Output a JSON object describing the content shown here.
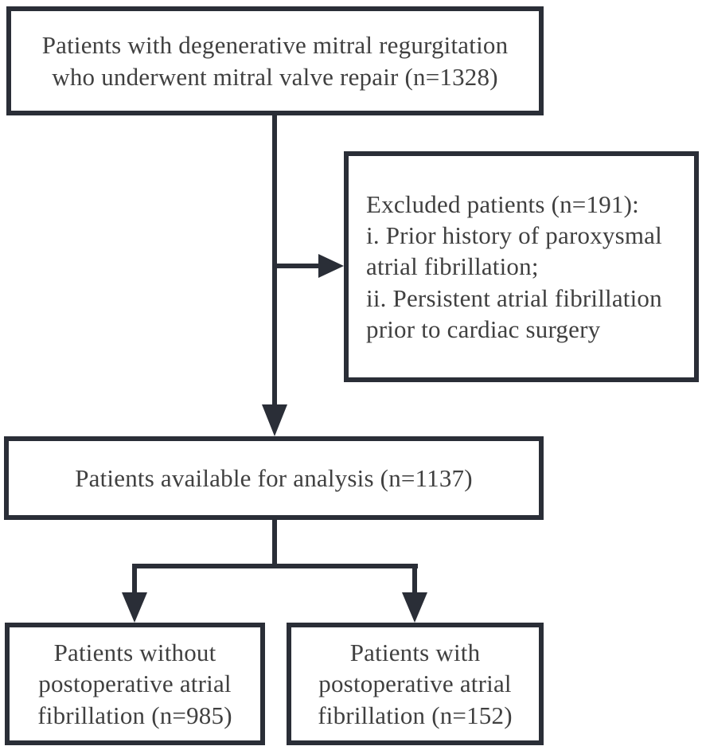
{
  "figure": {
    "type": "patient-flow-diagram",
    "background_color": "#ffffff",
    "line_color": "#2a2e37",
    "text_color": "#404040"
  },
  "boxes": {
    "initial": {
      "text": "Patients with degenerative mitral regurgitation\nwho underwent mitral valve repair (n=1328)",
      "n": 1328
    },
    "excluded": {
      "text": "Excluded patients (n=191):\ni. Prior history of paroxysmal\natrial fibrillation;\nii. Persistent atrial fibrillation\nprior to cardiac surgery",
      "n": 191
    },
    "analysis": {
      "text": "Patients available for analysis (n=1137)",
      "n": 1137
    },
    "no_poaf": {
      "text": "Patients without\npostoperative atrial\nfibrillation (n=985)",
      "n": 985
    },
    "poaf": {
      "text": "Patients with\npostoperative atrial\nfibrillation (n=152)",
      "n": 152
    }
  }
}
